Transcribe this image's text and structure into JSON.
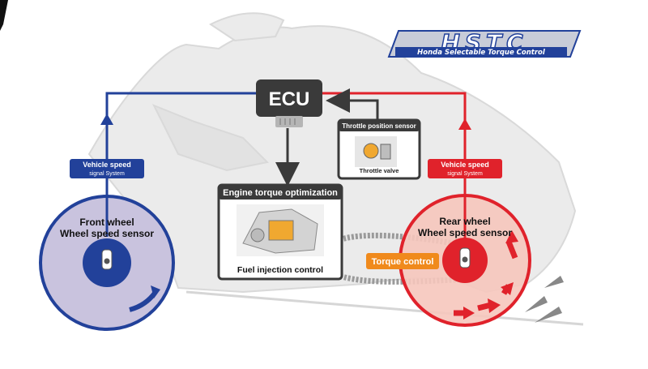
{
  "logo": {
    "mark": "HSTC",
    "subtitle": "Honda Selectable Torque Control"
  },
  "ecu": {
    "label": "ECU"
  },
  "throttle_sensor": {
    "title": "Throttle position sensor",
    "caption": "Throttle valve"
  },
  "engine": {
    "title": "Engine torque optimization",
    "caption": "Fuel injection control"
  },
  "front": {
    "signal_line1": "Vehicle speed",
    "signal_line2": "signal System",
    "wheel_line1": "Front wheel",
    "wheel_line2": "Wheel speed sensor"
  },
  "rear": {
    "signal_line1": "Vehicle speed",
    "signal_line2": "signal System",
    "wheel_line1": "Rear wheel",
    "wheel_line2": "Wheel speed sensor"
  },
  "torque_control": {
    "label": "Torque control"
  },
  "colors": {
    "front_blue": "#22419a",
    "rear_red": "#e0222b",
    "ecu_dark": "#3a3a3a",
    "orange": "#f08a1c",
    "front_wheel_fill": "#c9c3de",
    "rear_wheel_fill": "#f6c7bc"
  }
}
